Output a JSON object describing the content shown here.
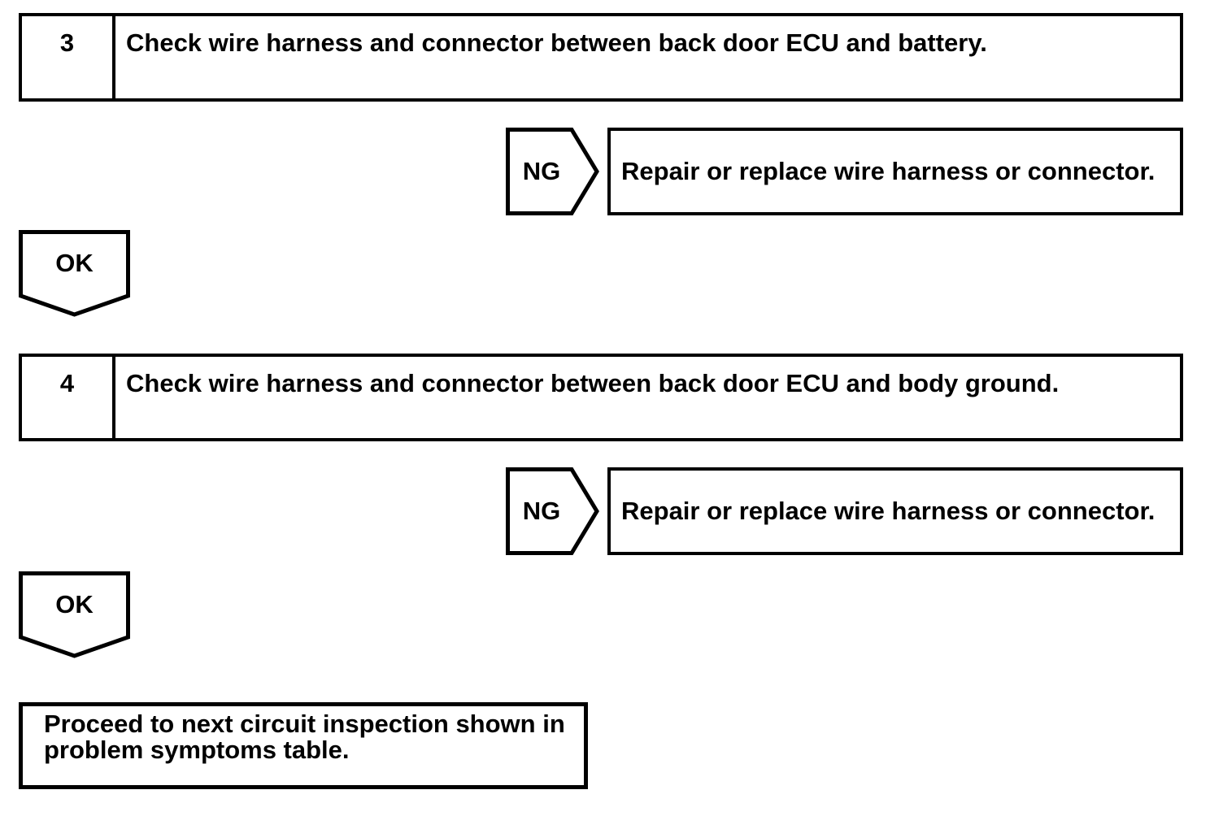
{
  "document": {
    "colors": {
      "ink": "#000000",
      "paper": "#ffffff"
    }
  },
  "flowchart": {
    "steps": [
      {
        "number": "3",
        "instruction": "Check wire harness and connector between back door ECU and battery.",
        "ng": {
          "label": "NG",
          "action": "Repair or replace wire harness or connector."
        },
        "ok": {
          "label": "OK"
        }
      },
      {
        "number": "4",
        "instruction": "Check wire harness and connector between back door ECU and body ground.",
        "ng": {
          "label": "NG",
          "action": "Repair or replace wire harness or connector."
        },
        "ok": {
          "label": "OK"
        }
      }
    ],
    "terminal": {
      "text": "Proceed to next circuit inspection shown in problem symptoms table."
    }
  }
}
